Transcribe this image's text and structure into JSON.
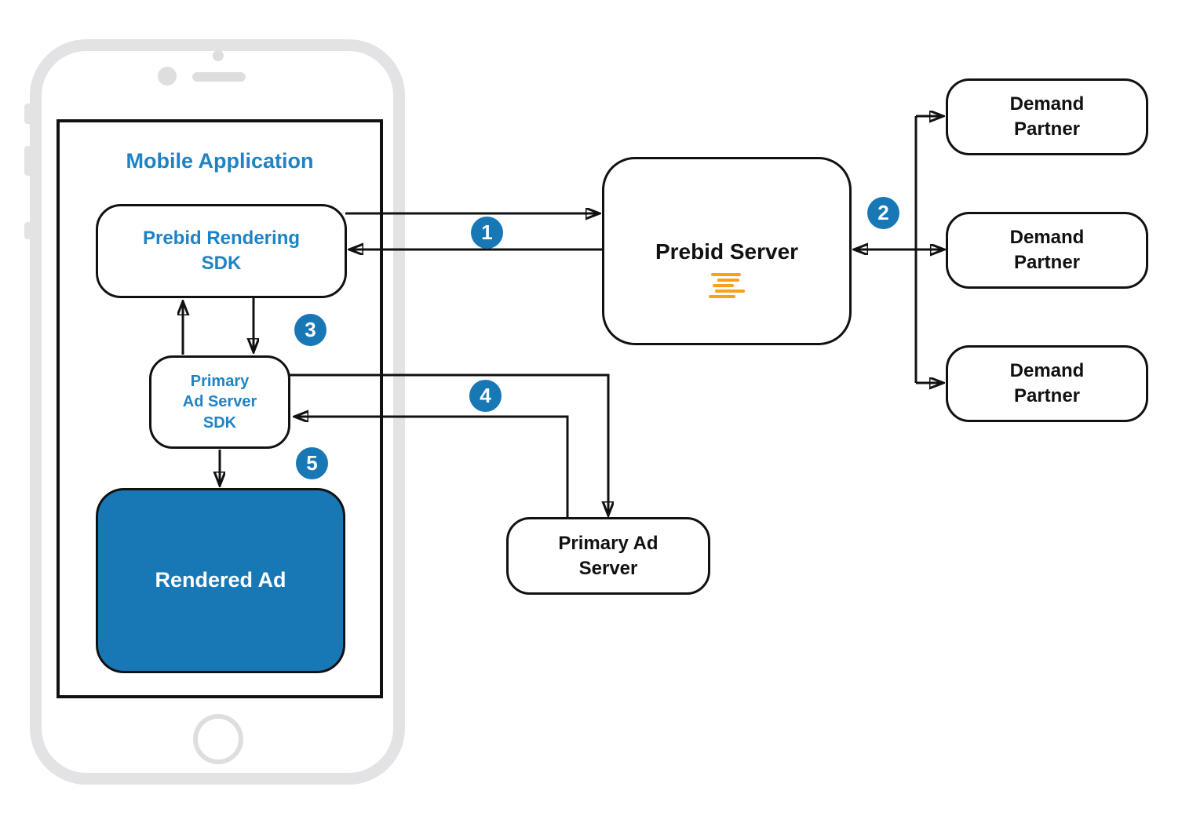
{
  "mobile_app_title": "Mobile Application",
  "nodes": {
    "prebid_rendering_sdk": "Prebid Rendering\nSDK",
    "primary_ad_server_sdk": "Primary\nAd Server\nSDK",
    "rendered_ad": "Rendered Ad",
    "prebid_server": "Prebid Server",
    "primary_ad_server": "Primary Ad\nServer",
    "demand_partners": [
      "Demand\nPartner",
      "Demand\nPartner",
      "Demand\nPartner"
    ]
  },
  "steps": [
    "1",
    "2",
    "3",
    "4",
    "5"
  ],
  "icons": {
    "prebid_server_logo": "prebid-lines-logo",
    "phone_details": [
      "camera-dot-icon",
      "camera-icon",
      "speaker-icon",
      "home-button"
    ]
  },
  "colors": {
    "accent_blue": "#1878B6",
    "text_blue": "#1E83C5",
    "logo_orange": "#F9A11C",
    "line_black": "#111111",
    "phone_gray": "#E3E3E5"
  }
}
